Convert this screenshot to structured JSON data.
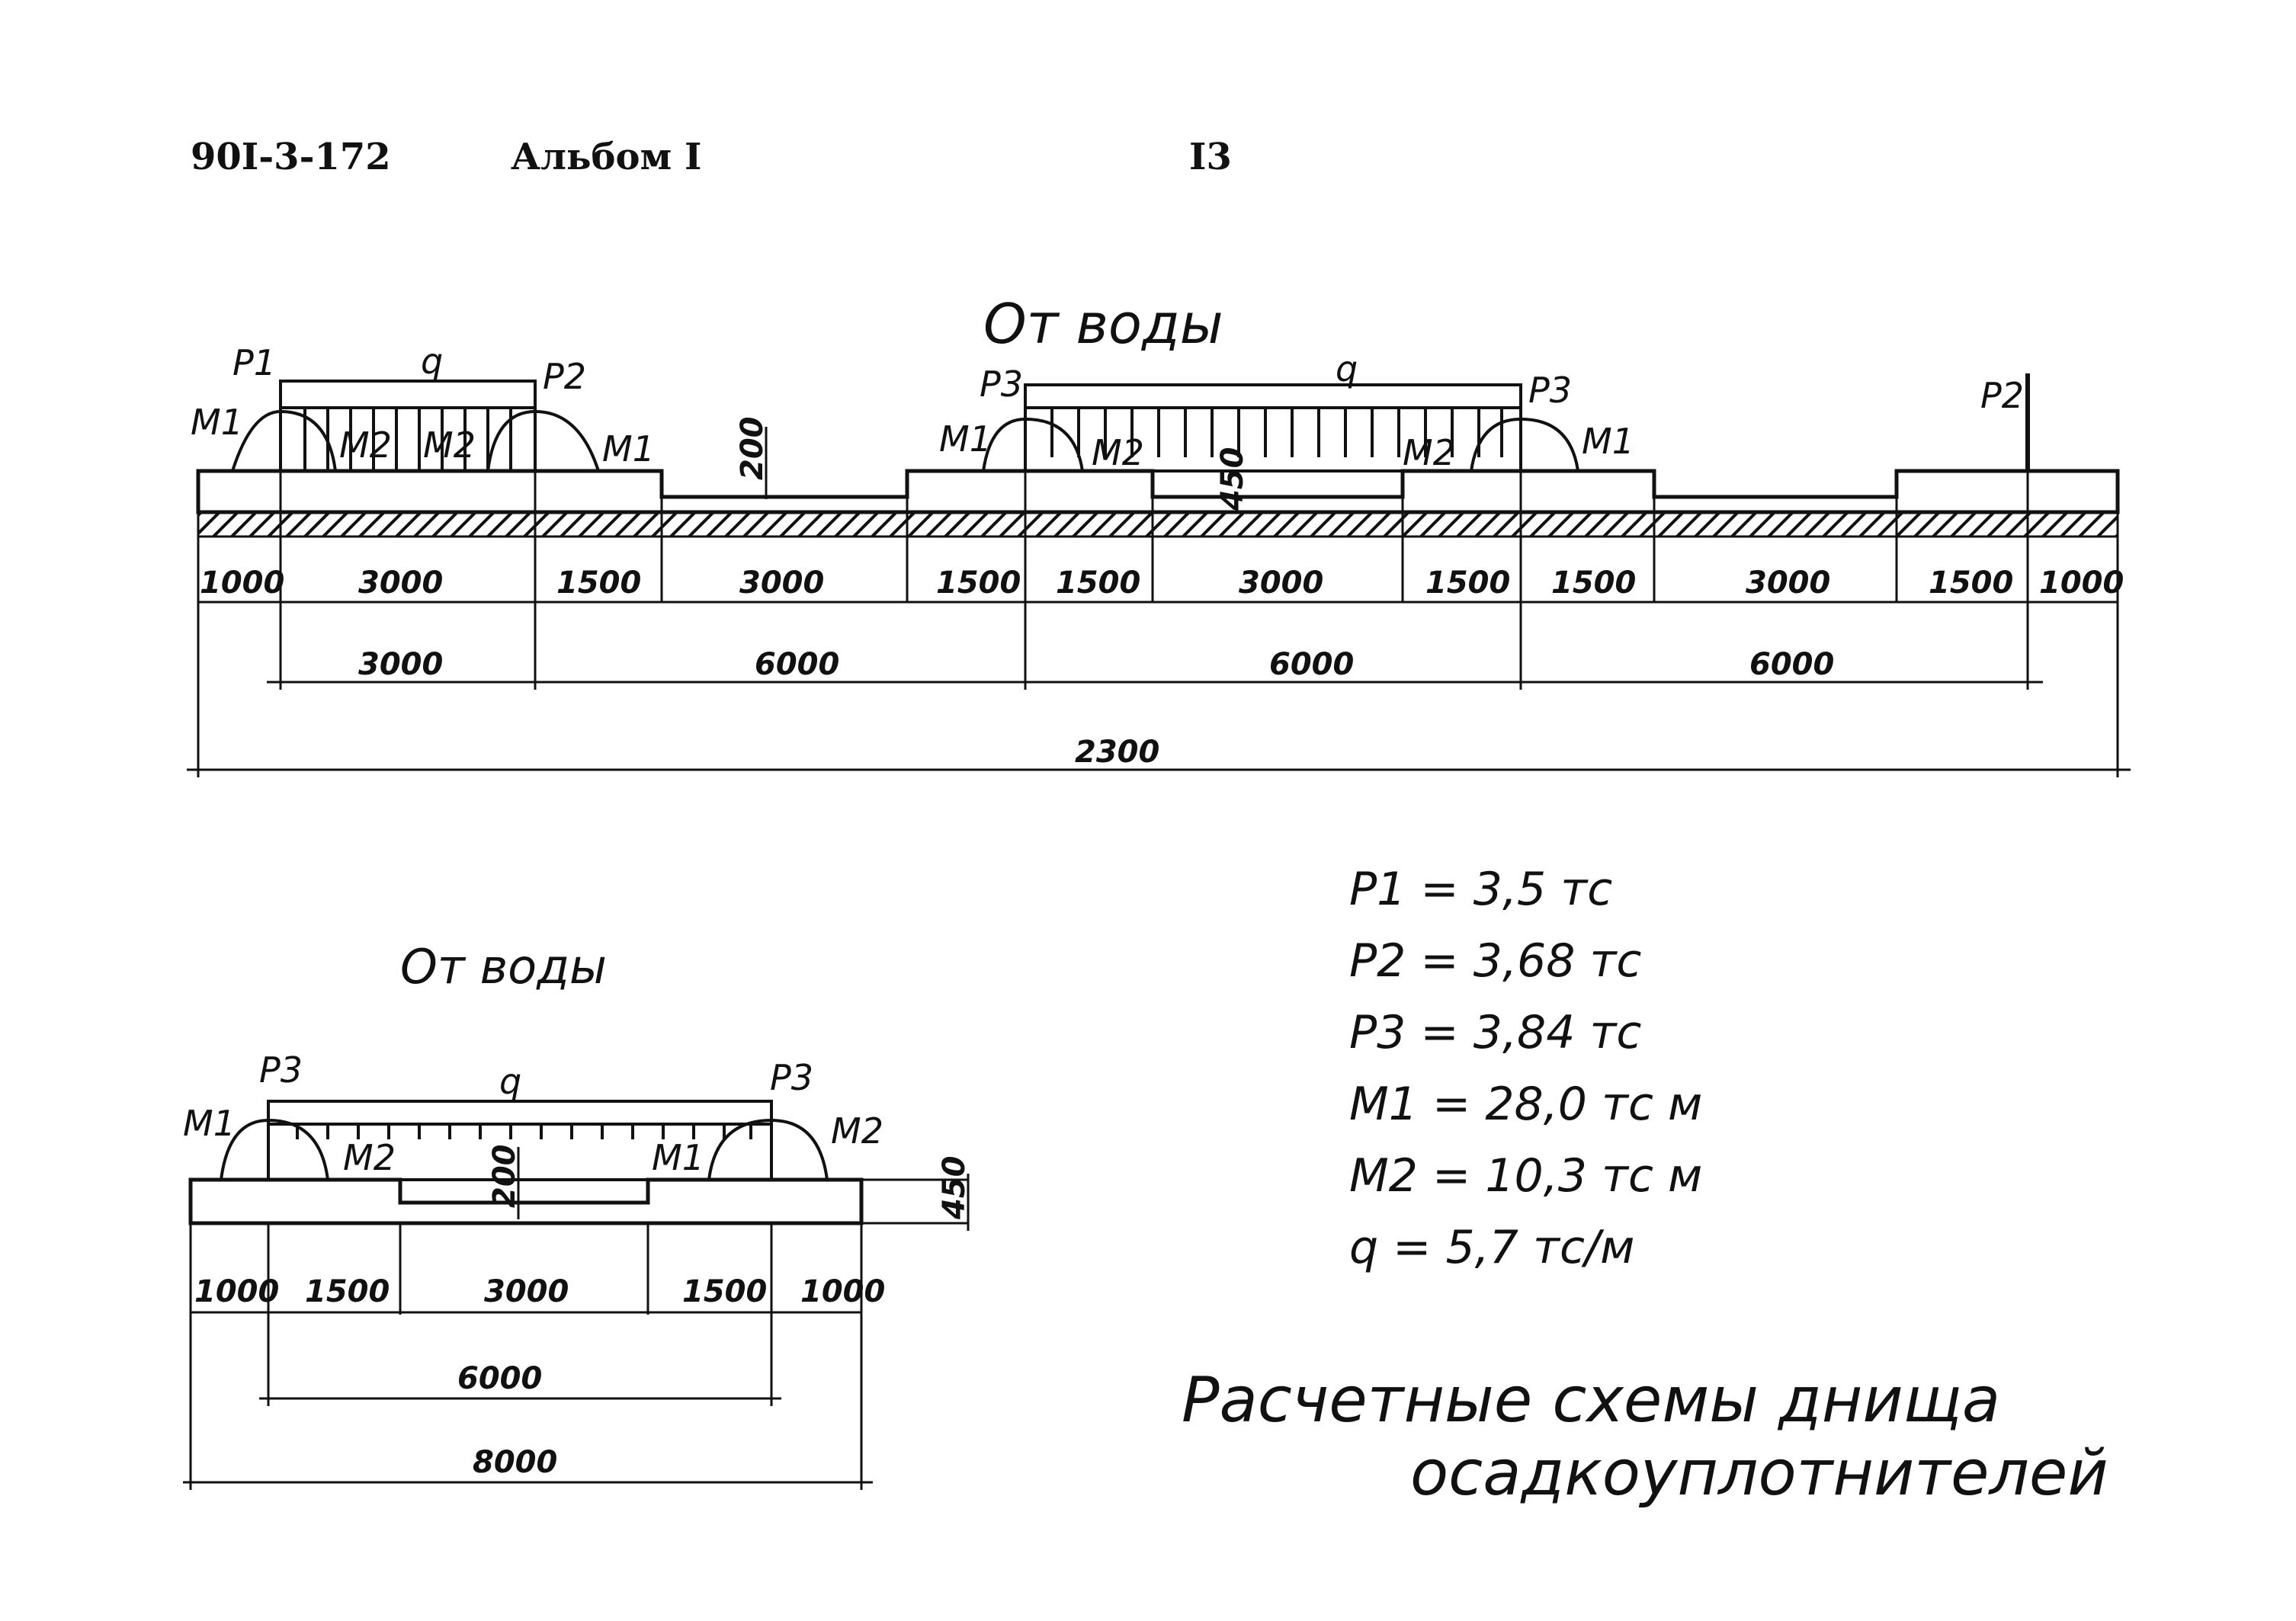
{
  "header": {
    "doc_code": "90I-3-172",
    "album": "Альбом I",
    "page_number": "I3"
  },
  "scheme1": {
    "title": "От воды",
    "labels": {
      "p1": "P1",
      "p2": "P2",
      "p3": "P3",
      "m1": "M1",
      "m2": "M2",
      "q": "q"
    },
    "step_height": "200",
    "depth_mark": "450",
    "dims_row1": [
      "1000",
      "3000",
      "1500",
      "3000",
      "1500",
      "1500",
      "3000",
      "1500",
      "1500",
      "3000",
      "1500",
      "1000"
    ],
    "dims_row2": [
      "3000",
      "6000",
      "6000",
      "6000"
    ],
    "total": "2300"
  },
  "scheme2": {
    "title": "От воды",
    "labels": {
      "p3": "P3",
      "m1": "M1",
      "m2": "M2",
      "q": "q"
    },
    "step_height": "200",
    "depth_mark": "450",
    "dims_row1": [
      "1000",
      "1500",
      "3000",
      "1500",
      "1000"
    ],
    "dims_row2": [
      "6000"
    ],
    "total": "8000"
  },
  "loads": [
    {
      "text": "P1 = 3,5 тс"
    },
    {
      "text": "P2 = 3,68 тс"
    },
    {
      "text": "P3 = 3,84 тс"
    },
    {
      "text": "M1 = 28,0 тс м"
    },
    {
      "text": "M2 = 10,3 тс м"
    },
    {
      "text": "q = 5,7 тс/м"
    }
  ],
  "caption": {
    "line1": "Расчетные схемы днища",
    "line2": "осадкоуплотнителей"
  }
}
